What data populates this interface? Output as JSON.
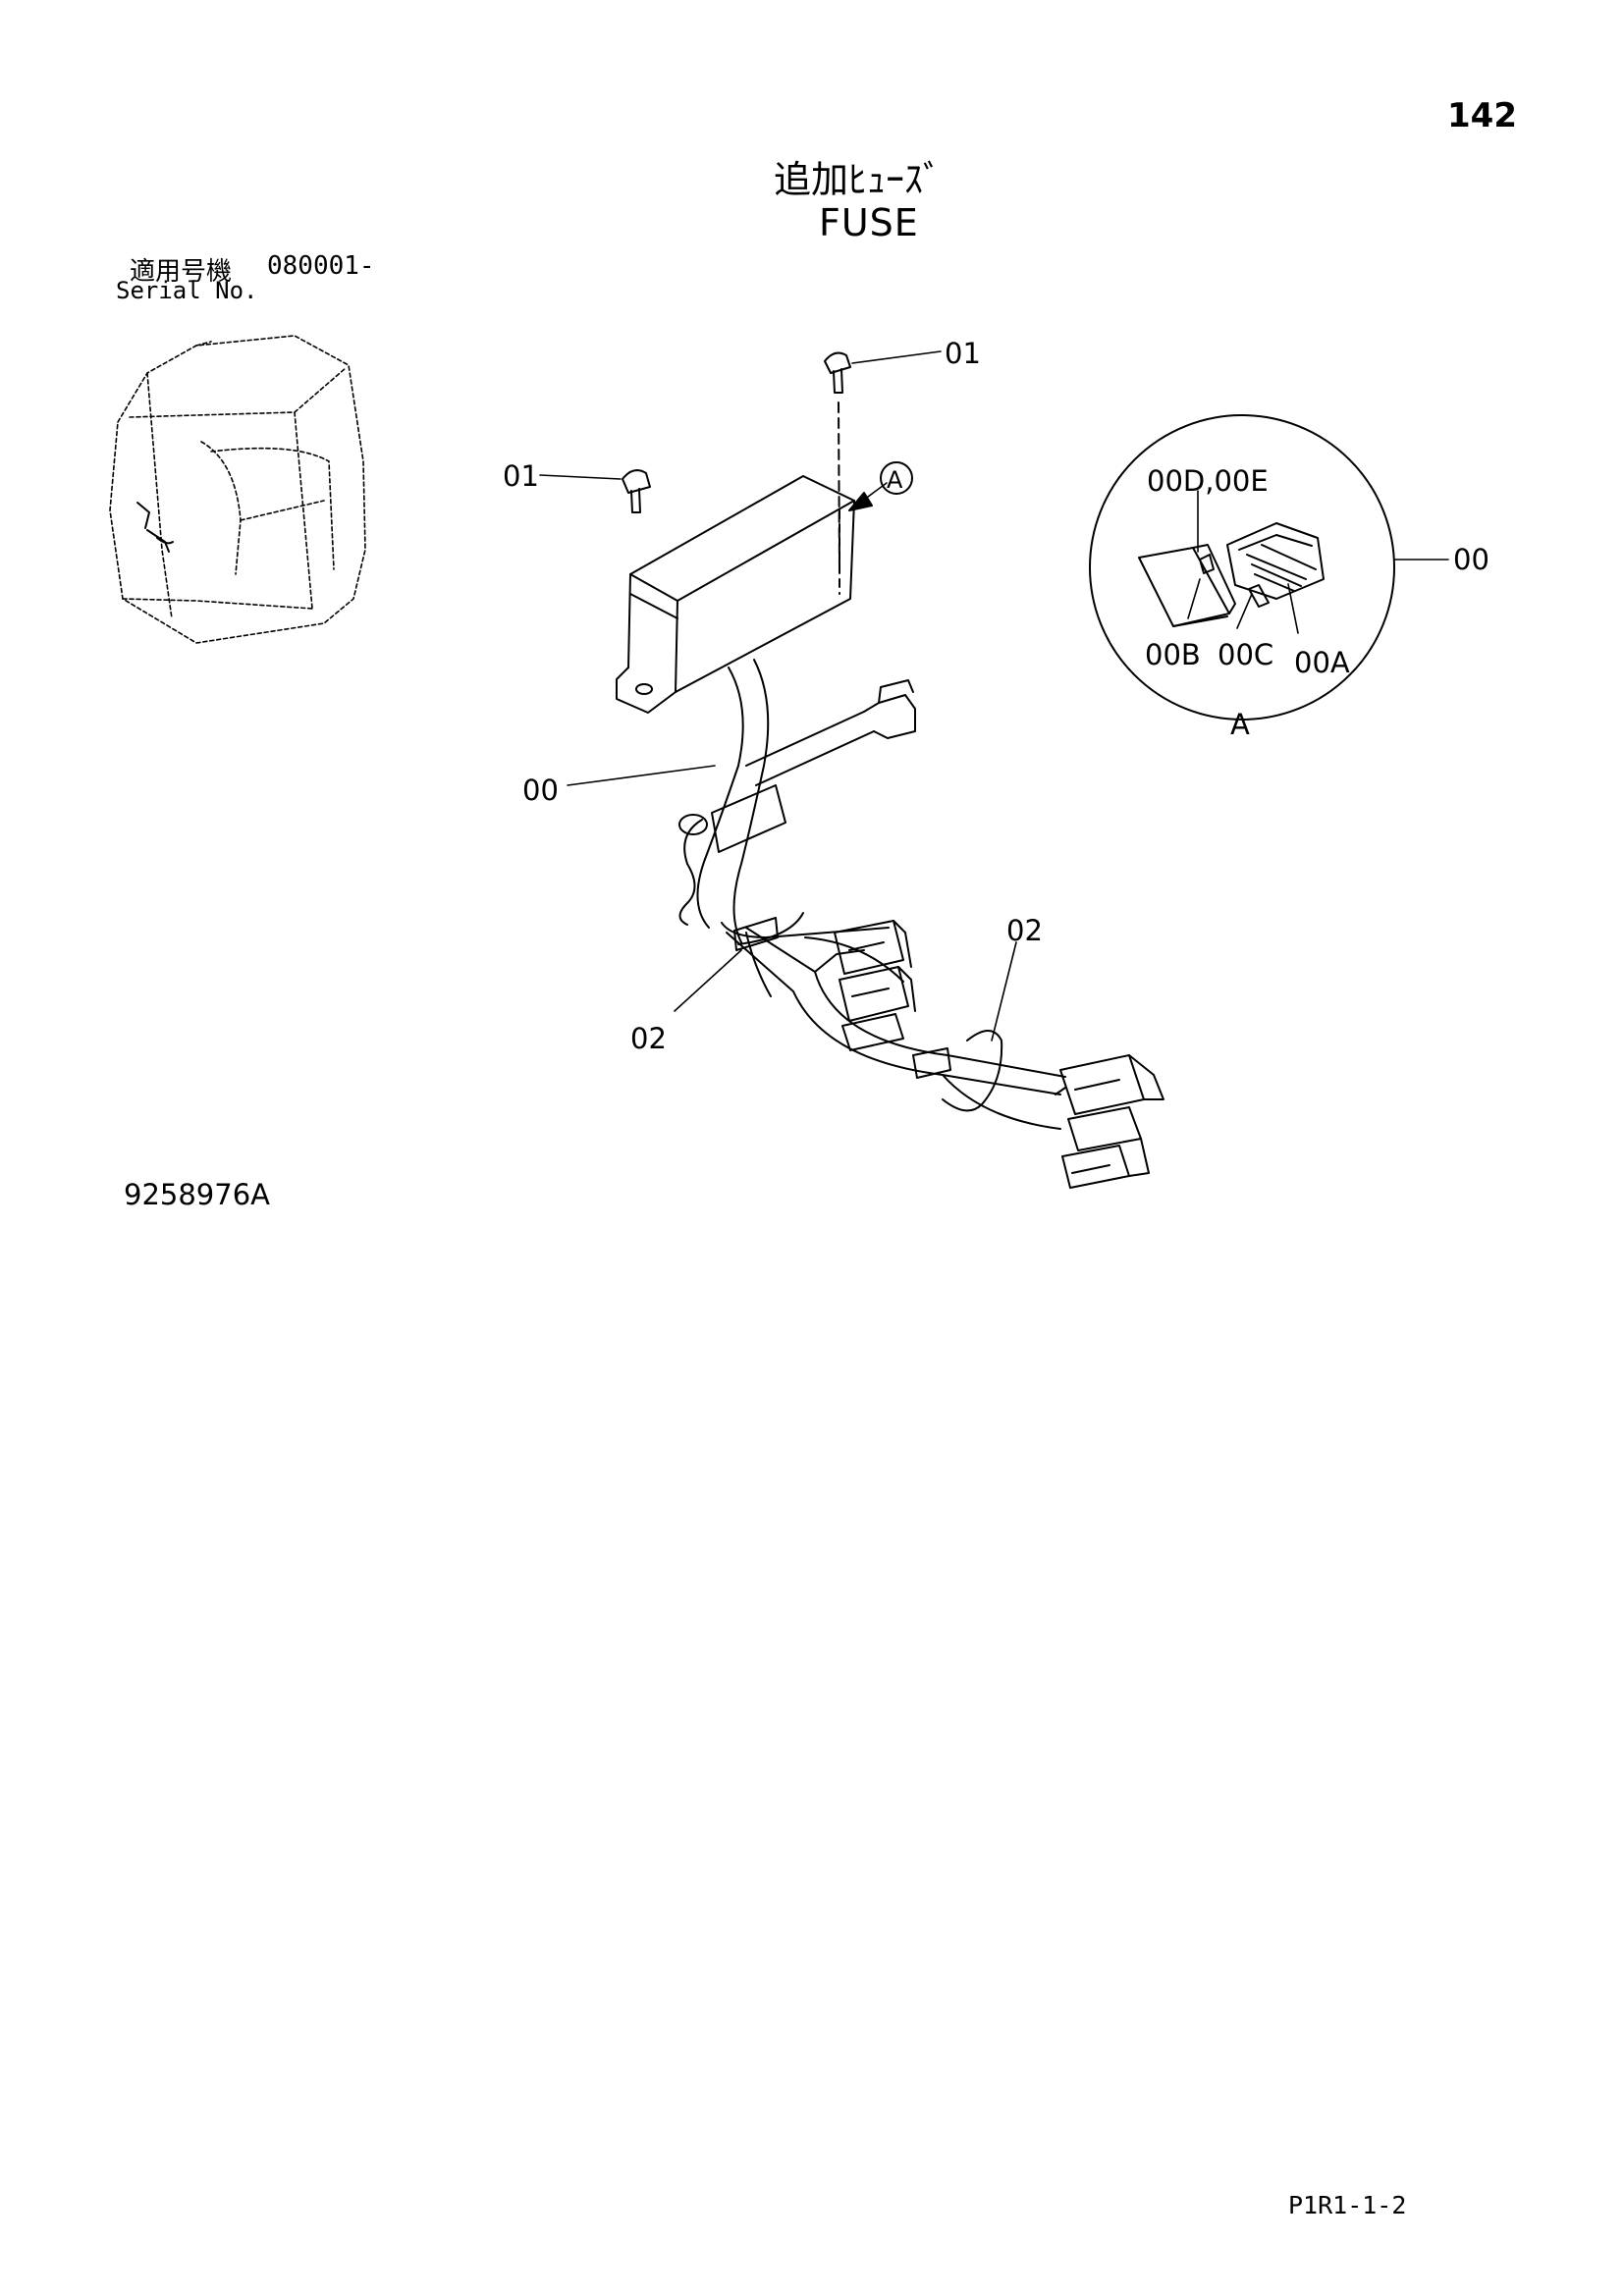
{
  "header": {
    "page_number": "142",
    "title_ja": "追加ﾋｭｰｽﾞ",
    "title_en": "FUSE",
    "serial_label_ja": "適用号機",
    "serial_value": "080001-",
    "serial_label_en": "Serial No."
  },
  "callouts": {
    "bolt_top": "01",
    "bolt_left": "01",
    "harness": "00",
    "clamp_left": "02",
    "clamp_right": "02",
    "detail_ref": "A",
    "detail_assembly": "00",
    "detail_00de": "00D,00E",
    "detail_00b": "00B",
    "detail_00c": "00C",
    "detail_00a": "00A",
    "detail_label": "A"
  },
  "footer": {
    "drawing_number": "9258976A",
    "page_code": "P1R1-1-2"
  }
}
